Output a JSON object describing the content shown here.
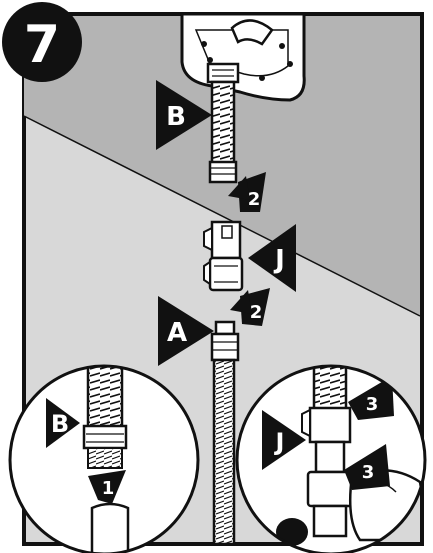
{
  "figure": {
    "step_number": "7",
    "labels": {
      "top_hose_end": "B",
      "connector": "J",
      "bottom_hose_end": "A",
      "inset_left_hose": "B",
      "inset_right_connector": "J"
    },
    "arrow_steps": {
      "upper": "2",
      "lower": "2",
      "inset_left": "1",
      "inset_right_upper": "3",
      "inset_right_lower": "3"
    },
    "colors": {
      "light_gray": "#d8d8d8",
      "dark_gray": "#b4b4b4",
      "ink": "#111111",
      "white": "#ffffff"
    }
  }
}
